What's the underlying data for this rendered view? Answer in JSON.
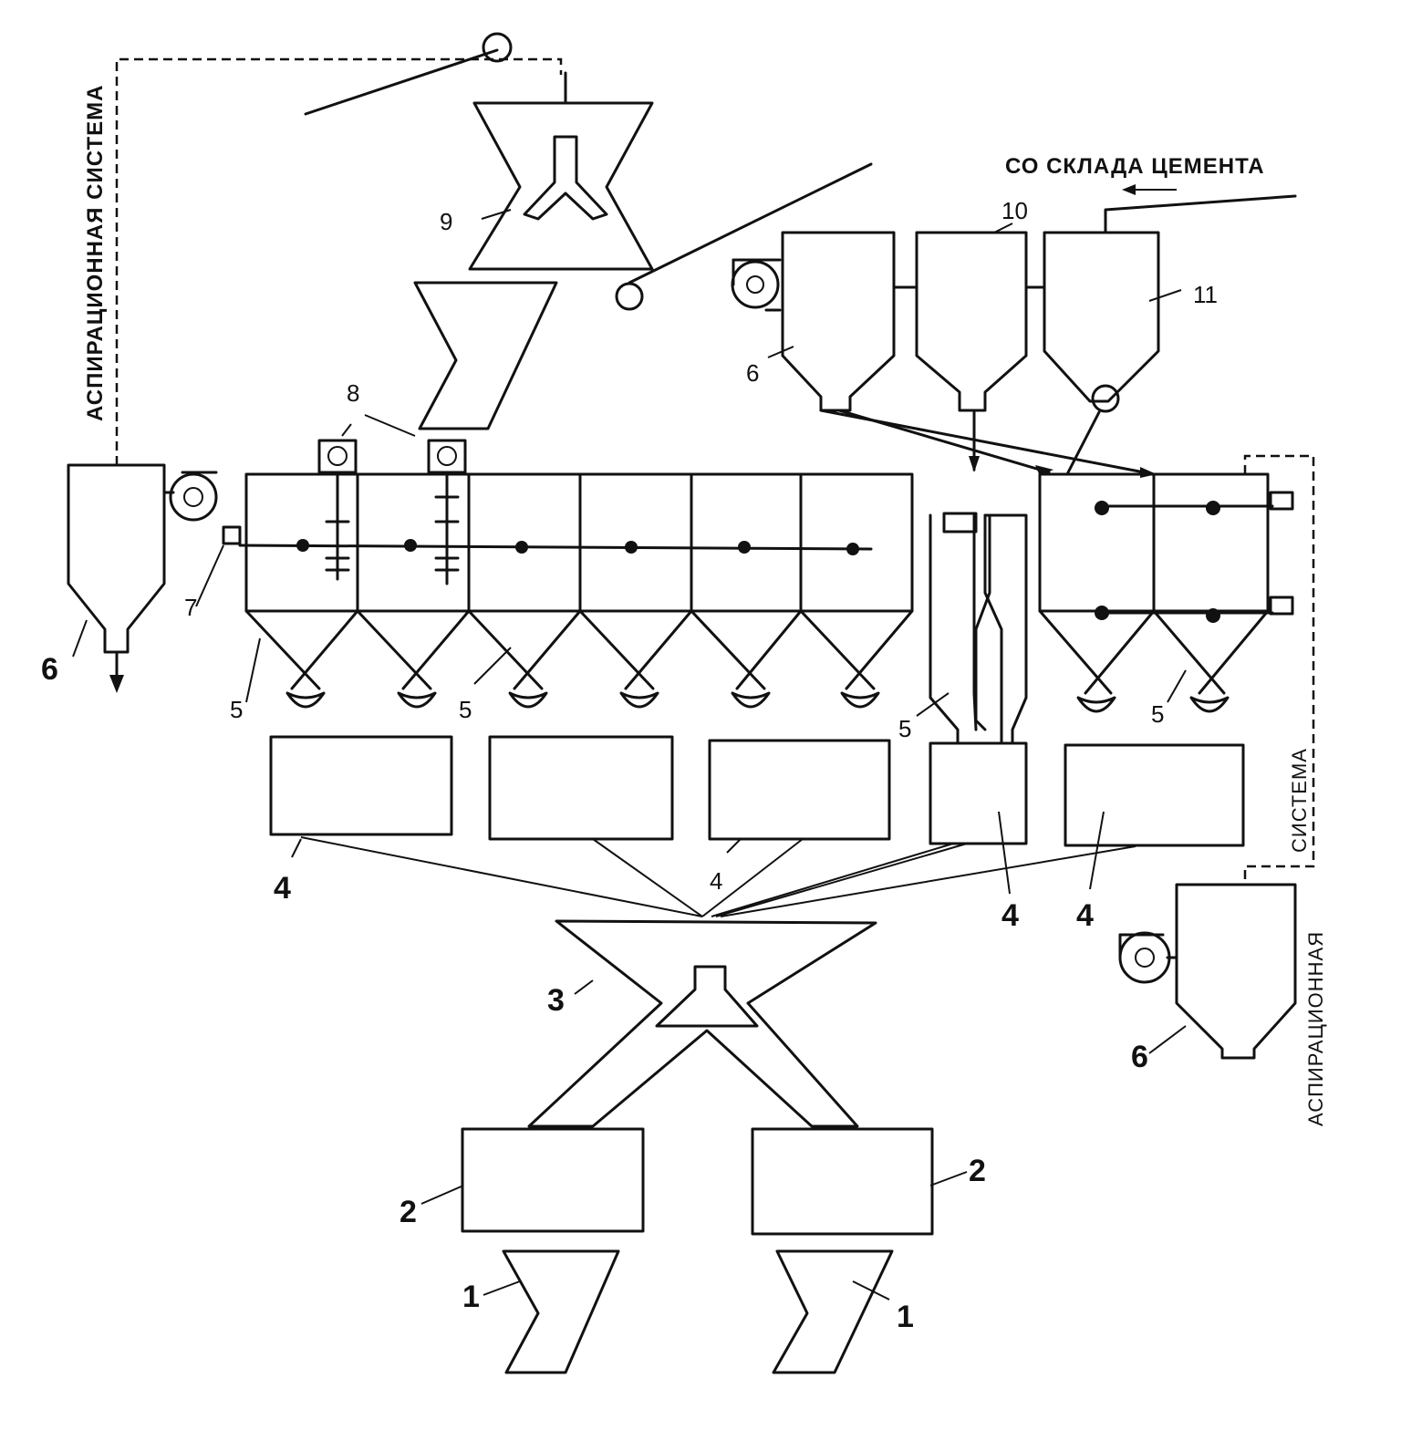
{
  "captions": {
    "source": "СО СКЛАДА ЦЕМЕНТА",
    "aspiration_left": "АСПИРАЦИОННАЯ СИСТЕМА",
    "aspiration_right_word1": "АСПИРАЦИОННАЯ",
    "aspiration_right_word2": "СИСТЕМА"
  },
  "labels": {
    "n1": "1",
    "n2": "2",
    "n3": "3",
    "n4": "4",
    "n5": "5",
    "n6": "6",
    "n7": "7",
    "n8": "8",
    "n9": "9",
    "n10": "10",
    "n11": "11"
  }
}
